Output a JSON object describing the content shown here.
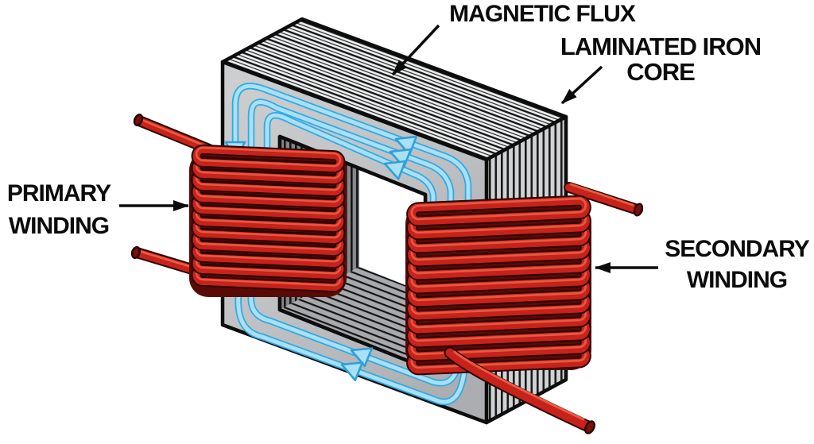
{
  "diagram": {
    "title": "Transformer construction diagram",
    "type": "isometric illustration",
    "labels": {
      "magnetic_flux": "MAGNETIC FLUX",
      "laminated_core_line1": "LAMINATED IRON",
      "laminated_core_line2": "CORE",
      "primary_line1": "PRIMARY",
      "primary_line2": "WINDING",
      "secondary_line1": "SECONDARY",
      "secondary_line2": "WINDING"
    },
    "flux_arrows": {
      "left_leg": {
        "count": 3,
        "direction": "down"
      },
      "top_beam": {
        "count": 3,
        "direction": "left"
      },
      "right_leg": {
        "count": 3,
        "direction": "up"
      },
      "bottom_beam": {
        "count": 2,
        "direction": "left"
      }
    },
    "colors": {
      "background": "#ffffff",
      "core_gray_light": "#CDCFD1",
      "core_gray_dark": "#ABADB0",
      "lamination_stripe": "#161616",
      "flux_edge_blue": "#2FA9E1",
      "flux_fill_blue": "#A9E0F6",
      "wire_red": "#C8221A",
      "wire_highlight": "#E85C42",
      "wire_outline": "#2B0502",
      "wire_shadow": "#5A0A06",
      "label_black": "#0b0b0b"
    }
  }
}
